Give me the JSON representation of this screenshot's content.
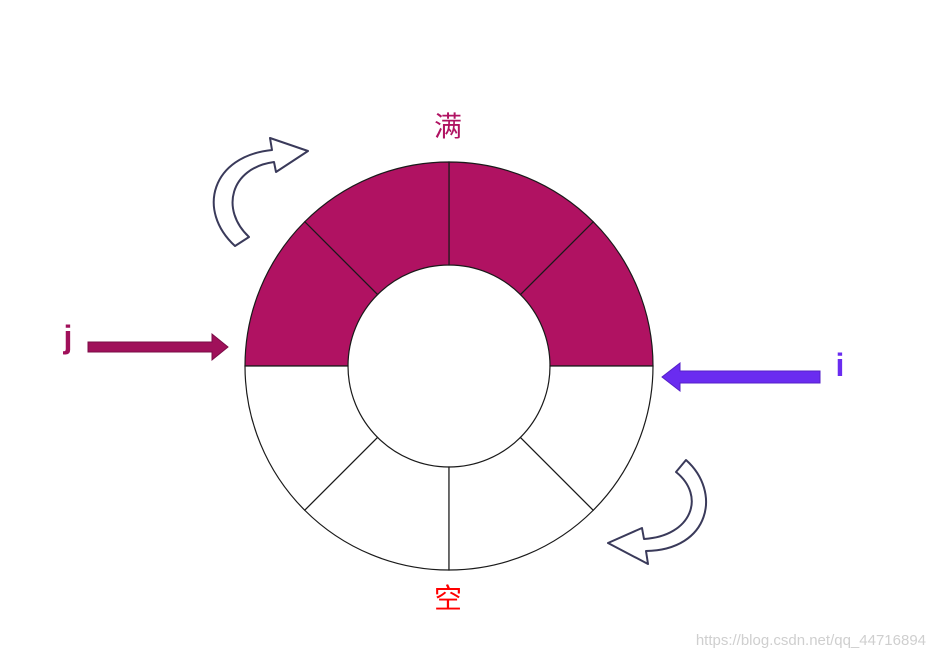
{
  "labels": {
    "full": "满",
    "empty": "空",
    "pointer_j": "j",
    "pointer_i": "i"
  },
  "ring": {
    "segments_total": 8,
    "segments_filled": 4,
    "fill_color": "#b01262",
    "empty_color": "#ffffff",
    "stroke_color": "#1a1a1a"
  },
  "pointers": {
    "j": {
      "color": "#a0105a",
      "direction": "right"
    },
    "i": {
      "color": "#6a2cf0",
      "direction": "left"
    }
  },
  "rotation_arrows": {
    "color": "#3a3a5a",
    "direction": "clockwise"
  },
  "watermark": "https://blog.csdn.net/qq_44716894"
}
